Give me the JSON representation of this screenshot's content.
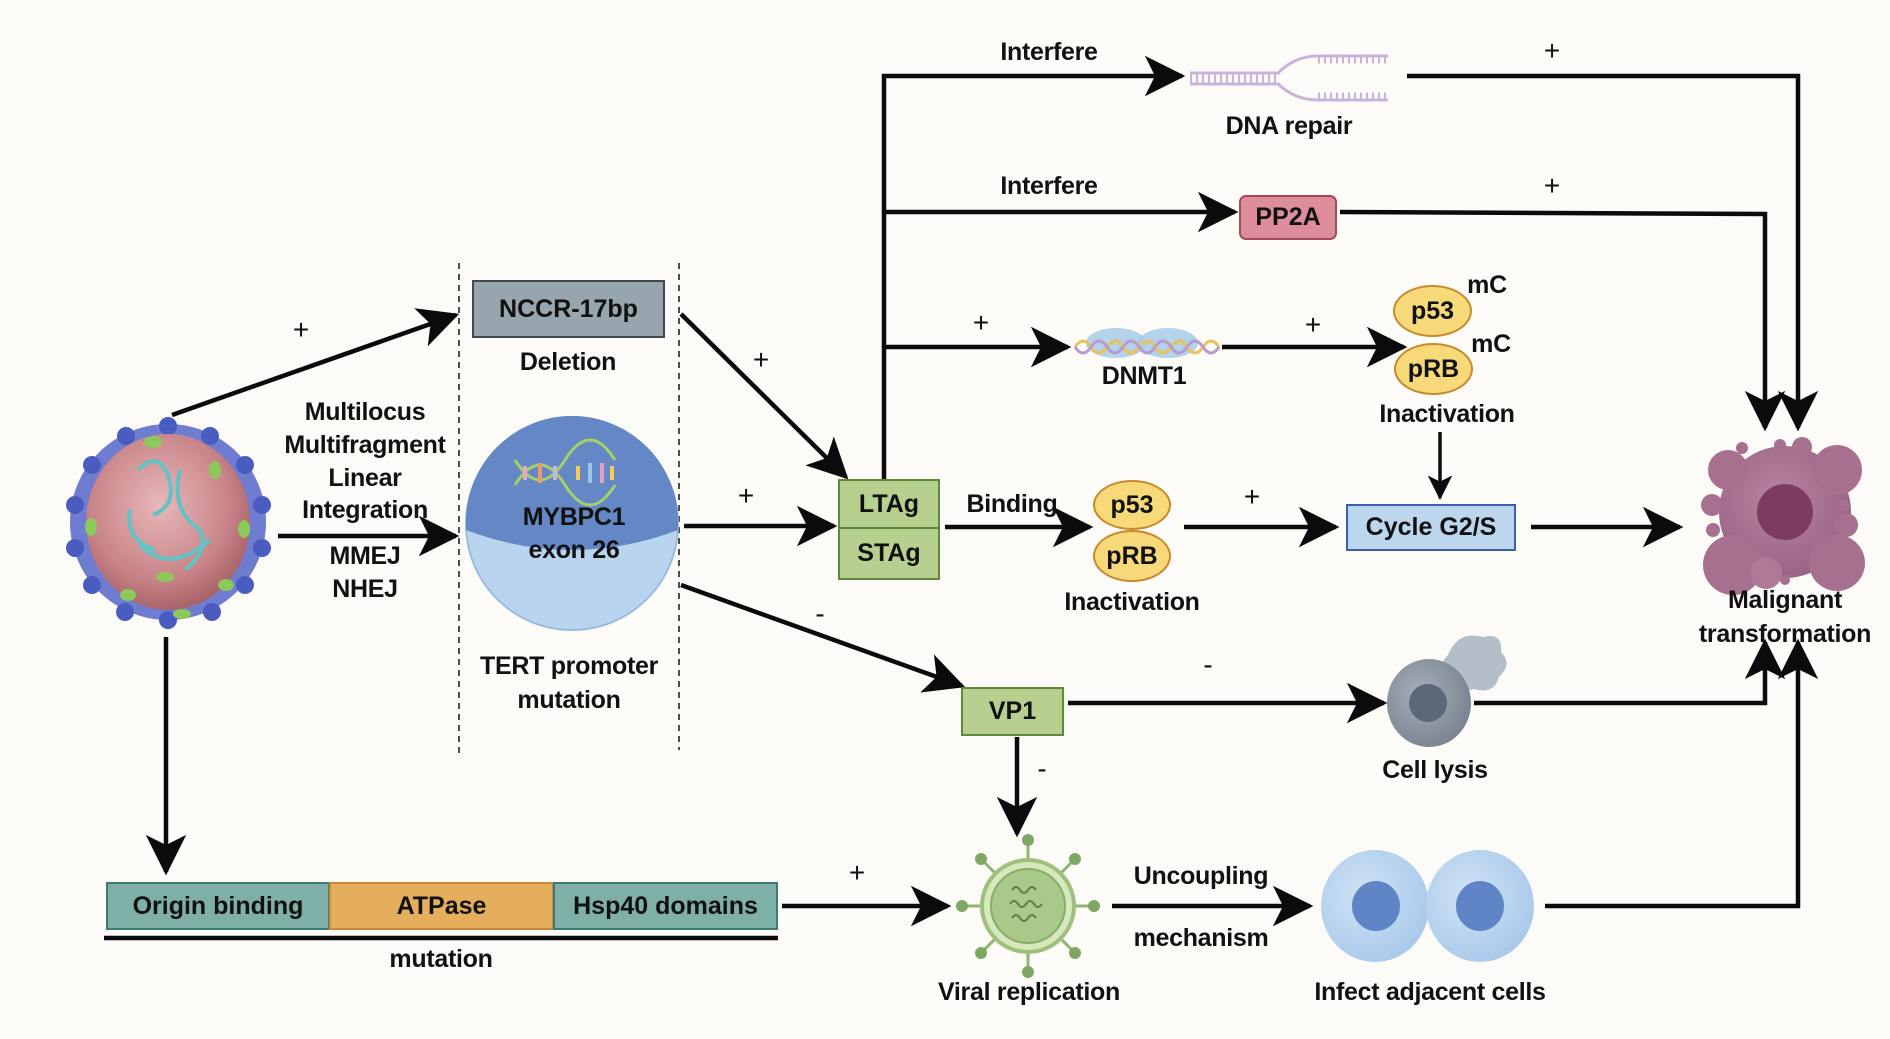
{
  "colors": {
    "background": "#fdfbf8",
    "nccr_box": "#97a5ae",
    "green_box": "#b7d08f",
    "green_border": "#5f8a3a",
    "pp2a_box": "#de8d9c",
    "pp2a_border": "#a3495a",
    "cycle_box": "#bcd6ee",
    "cycle_border": "#3a5ea8",
    "protein_yellow": "#f7d97a",
    "protein_border": "#c88a2a",
    "domain_teal": "#7fb0a8",
    "domain_orange": "#e5ae5c",
    "malignant_purple": "#a8708f",
    "arrow": "#0b0b0b"
  },
  "nodes": {
    "virus": {
      "icon": "polyomavirus-particle-icon"
    },
    "nccr": {
      "label": "NCCR-17bp",
      "sublabel": "Deletion"
    },
    "integration": {
      "lines": [
        "Multilocus",
        "Multifragment",
        "Linear",
        "Integration"
      ],
      "mechanism_lines": [
        "MMEJ",
        "NHEJ"
      ]
    },
    "mybpc1": {
      "line1": "MYBPC1",
      "line2": "exon 26",
      "icon": "dna-helix-icon"
    },
    "tert": {
      "lines": [
        "TERT promoter",
        "mutation"
      ]
    },
    "ltag": {
      "label": "LTAg"
    },
    "stag": {
      "label": "STAg"
    },
    "dna_repair": {
      "label": "DNA repair",
      "icon": "dna-fork-icon"
    },
    "pp2a": {
      "label": "PP2A"
    },
    "dnmt1": {
      "label": "DNMT1",
      "icon": "dnmt1-dna-icon"
    },
    "p53_methyl": {
      "label": "p53",
      "mark": "mC"
    },
    "prb_methyl": {
      "label": "pRB",
      "mark": "mC"
    },
    "inactivation_top": {
      "label": "Inactivation"
    },
    "p53_bind": {
      "label": "p53"
    },
    "prb_bind": {
      "label": "pRB"
    },
    "inactivation_mid": {
      "label": "Inactivation"
    },
    "cycle": {
      "label": "Cycle G2/S"
    },
    "vp1": {
      "label": "VP1"
    },
    "cell_lysis": {
      "label": "Cell lysis",
      "icon": "lysing-cell-icon"
    },
    "malignant": {
      "lines": [
        "Malignant",
        "transformation"
      ],
      "icon": "tumor-cell-icon"
    },
    "domains": {
      "segments": [
        "Origin binding",
        "ATPase",
        "Hsp40 domains"
      ],
      "underline_label": "mutation"
    },
    "viral_replication": {
      "label": "Viral replication",
      "icon": "virion-icon"
    },
    "uncoupling": {
      "lines": [
        "Uncoupling",
        "mechanism"
      ]
    },
    "infect": {
      "label": "Infect adjacent cells",
      "icon": "paired-cells-icon"
    }
  },
  "edge_labels": {
    "virus_to_nccr": "+",
    "nccr_to_ltag": "+",
    "mybpc1_to_ltag": "+",
    "mybpc1_to_vp1": "-",
    "interfere_dna": "Interfere",
    "interfere_pp2a": "Interfere",
    "dna_repair_to_malignant": "+",
    "pp2a_to_malignant": "+",
    "ltag_to_dnmt1": "+",
    "dnmt1_to_p53": "+",
    "binding": "Binding",
    "p53_to_cycle": "+",
    "vp1_to_lysis": "-",
    "vp1_to_replication": "-",
    "domains_to_replication": "+"
  }
}
